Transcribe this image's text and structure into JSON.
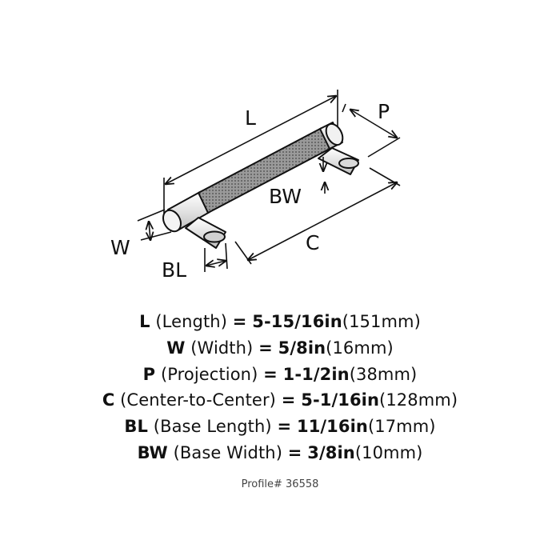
{
  "dimension_labels": {
    "L": "L",
    "P": "P",
    "BW": "BW",
    "W": "W",
    "C": "C",
    "BL": "BL"
  },
  "specs": [
    {
      "code": "L",
      "name": "(Length)",
      "inch": "5-15/16in",
      "mm": "(151mm)"
    },
    {
      "code": "W",
      "name": "(Width)",
      "inch": "5/8in",
      "mm": "(16mm)"
    },
    {
      "code": "P",
      "name": "(Projection)",
      "inch": "1-1/2in",
      "mm": "(38mm)"
    },
    {
      "code": "C",
      "name": "(Center-to-Center)",
      "inch": "5-1/16in",
      "mm": "(128mm)"
    },
    {
      "code": "BL",
      "name": "(Base Length)",
      "inch": "11/16in",
      "mm": "(17mm)"
    },
    {
      "code": "BW",
      "name": "(Base Width)",
      "inch": "3/8in",
      "mm": "(10mm)"
    }
  ],
  "equals_sign": "=",
  "profile": "Profile# 36558",
  "colors": {
    "ink": "#111111",
    "knurl": "#8a8a8a",
    "chrome": "#e6e6e6"
  }
}
